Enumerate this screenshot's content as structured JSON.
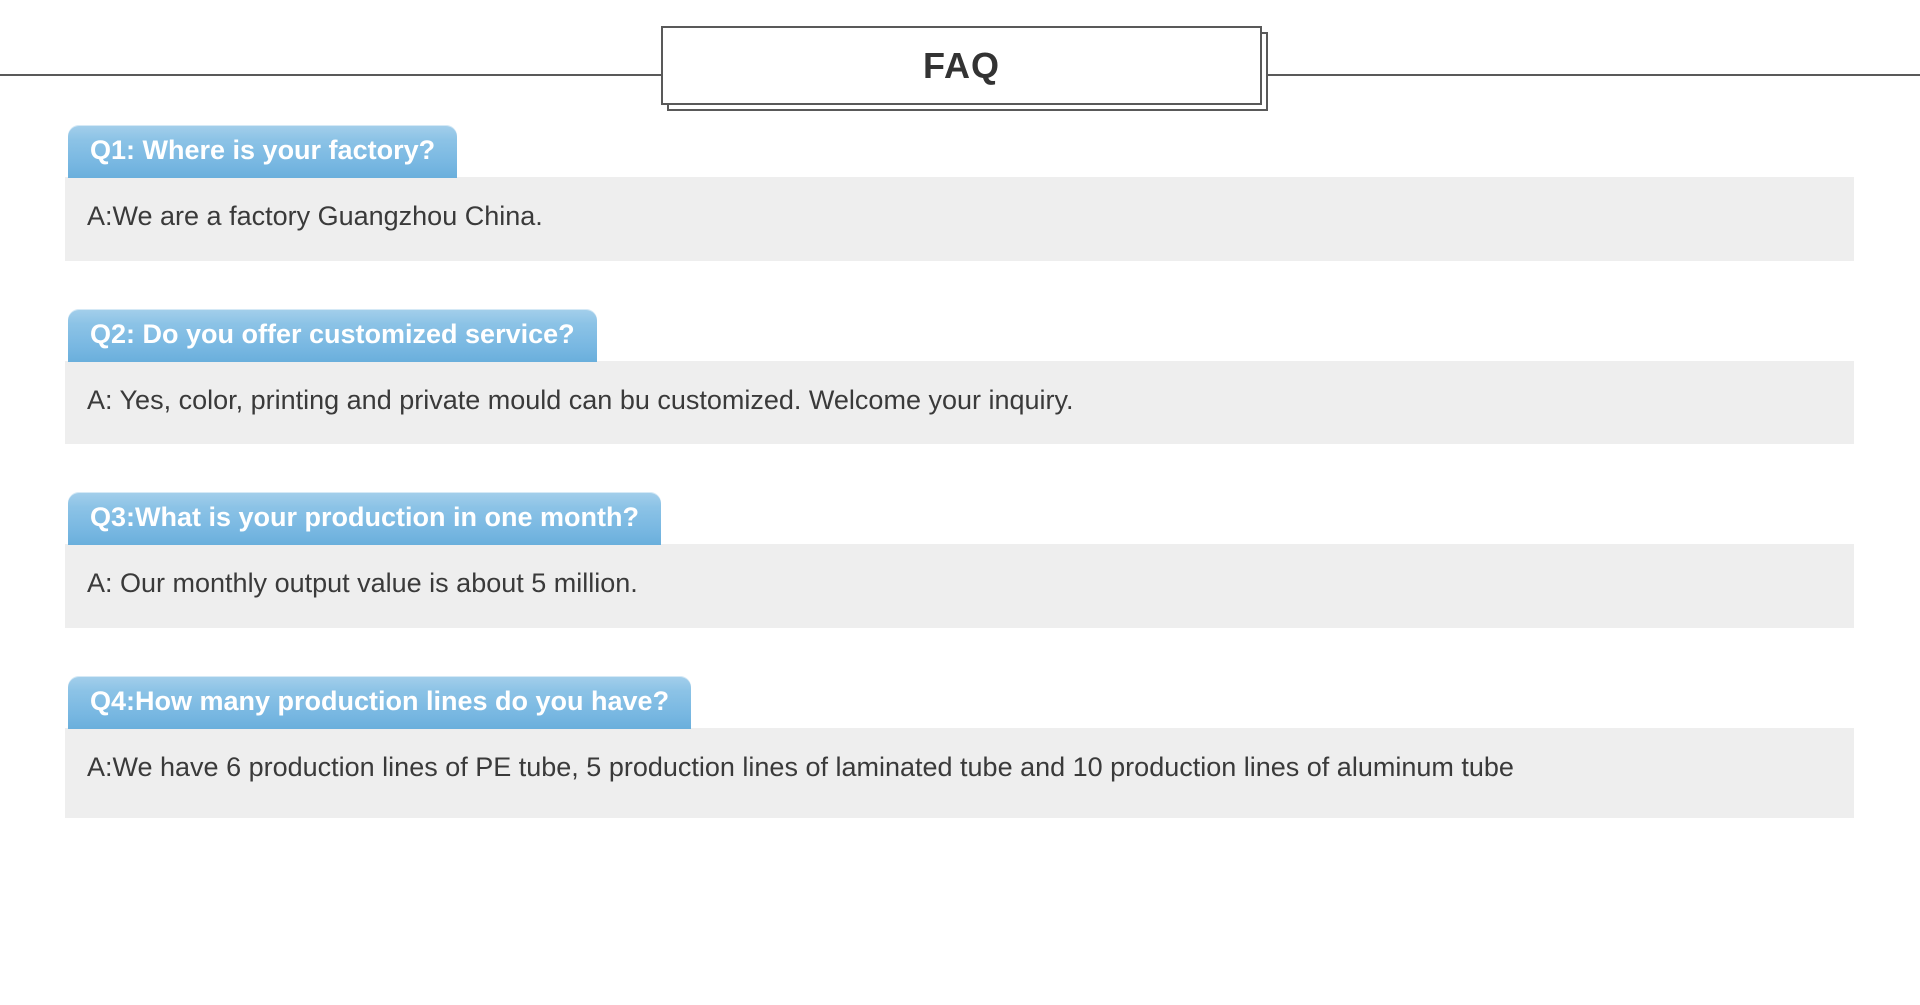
{
  "header": {
    "title": "FAQ",
    "rule_color": "#595959",
    "box_border_color": "#595959",
    "title_color": "#333333"
  },
  "theme": {
    "tab_gradient_top": "#a4cfeb",
    "tab_gradient_bottom": "#6aafdc",
    "tab_text_color": "#ffffff",
    "answer_background": "#eeeeee",
    "answer_text_color": "#3a3a3a"
  },
  "faq": {
    "items": [
      {
        "question": "Q1: Where is your factory?",
        "answer": "A:We are a factory Guangzhou China."
      },
      {
        "question": "Q2: Do you offer customized service?",
        "answer": "A: Yes, color, printing and private mould can bu customized. Welcome your inquiry."
      },
      {
        "question": "Q3:What is your production in one month?",
        "answer": "A: Our monthly output value is about 5 million."
      },
      {
        "question": "Q4:How many production lines do you have?",
        "answer": "A:We have 6 production lines of PE tube, 5 production lines of laminated tube and 10 production lines of aluminum tube"
      }
    ]
  }
}
